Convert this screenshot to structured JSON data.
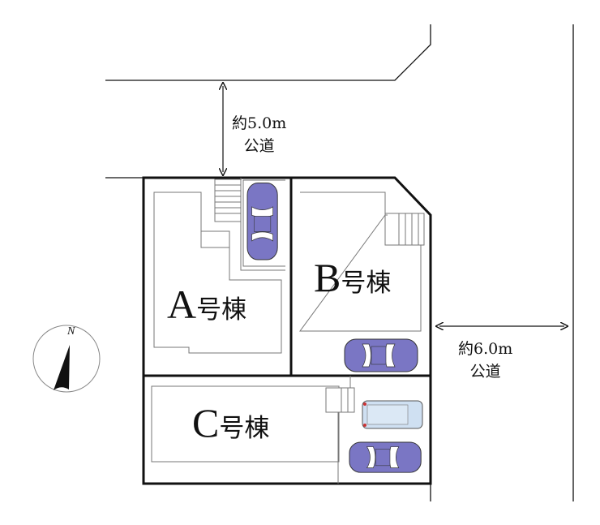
{
  "roads": {
    "north": {
      "width_label": "約5.0m",
      "type_label": "公道"
    },
    "east": {
      "width_label": "約6.0m",
      "type_label": "公道"
    }
  },
  "units": [
    {
      "letter": "A",
      "suffix": "号棟"
    },
    {
      "letter": "B",
      "suffix": "号棟"
    },
    {
      "letter": "C",
      "suffix": "号棟"
    }
  ],
  "compass": {
    "label": "N"
  },
  "colors": {
    "car": "#7a76c4",
    "car_light": "#cfe0f2",
    "line": "#111111",
    "thin": "#777777"
  }
}
